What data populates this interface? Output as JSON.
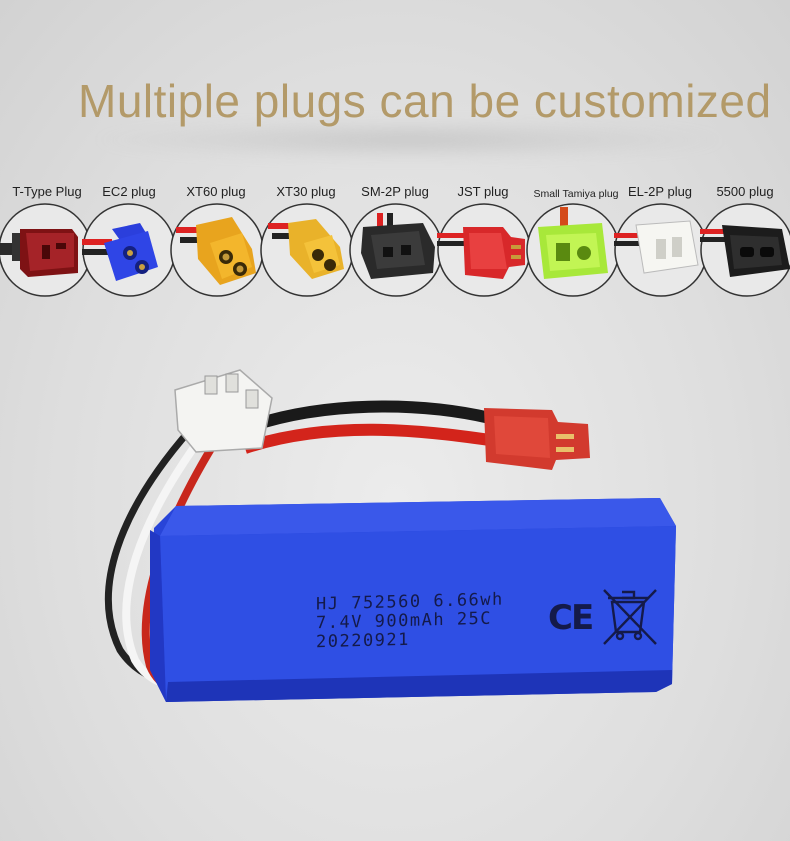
{
  "headline": "Multiple plugs can be customized",
  "plugs": [
    {
      "label": "T-Type Plug",
      "icon": "t-type-plug-icon",
      "color": "#9b1c1c"
    },
    {
      "label": "EC2 plug",
      "icon": "ec2-plug-icon",
      "color": "#2a3fd6"
    },
    {
      "label": "XT60 plug",
      "icon": "xt60-plug-icon",
      "color": "#e6a21f"
    },
    {
      "label": "XT30 plug",
      "icon": "xt30-plug-icon",
      "color": "#e8b428"
    },
    {
      "label": "SM-2P plug",
      "icon": "sm2p-plug-icon",
      "color": "#2b2b2b"
    },
    {
      "label": "JST plug",
      "icon": "jst-plug-icon",
      "color": "#d92424"
    },
    {
      "label": "Small Tamiya plug",
      "icon": "small-tamiya-plug-icon",
      "color": "#b6f04a"
    },
    {
      "label": "EL-2P plug",
      "icon": "el2p-plug-icon",
      "color": "#f4f4f0"
    },
    {
      "label": "5500 plug",
      "icon": "5500-plug-icon",
      "color": "#1c1c1c"
    }
  ],
  "battery": {
    "line1": "HJ 752560 6.66wh",
    "line2": "7.4V 900mAh 25C",
    "line3": "20220921",
    "ce_mark": "CE",
    "body_color": "#2f4fe0",
    "icons": [
      "ce-mark-icon",
      "weee-bin-icon",
      "jst-connector-icon",
      "balance-connector-icon"
    ]
  }
}
